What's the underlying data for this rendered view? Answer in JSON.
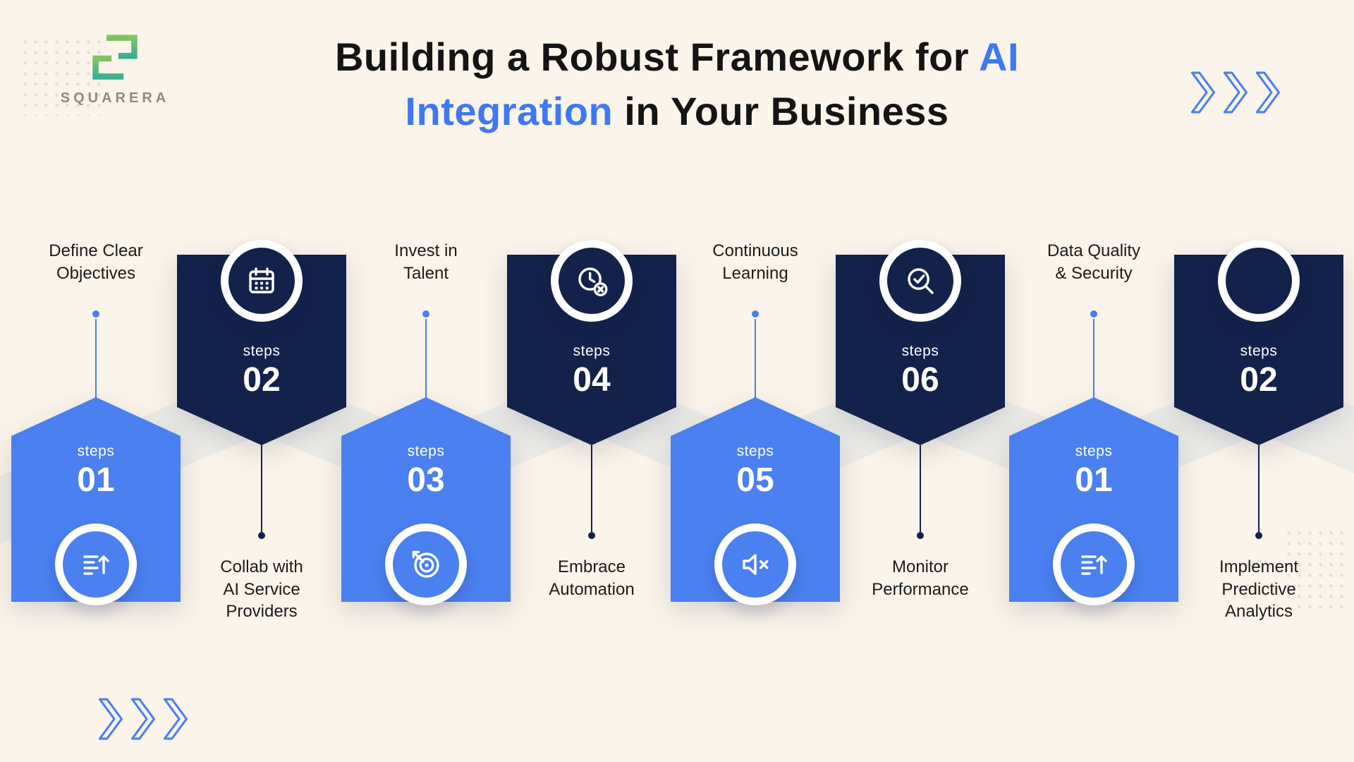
{
  "colors": {
    "background": "#FBF4EA",
    "accent_blue": "#477CF2",
    "banner_blue": "#4A80F0",
    "navy": "#13224A",
    "zigzag_gray": "#ECEBE6"
  },
  "brand": {
    "name": "SQUARERA"
  },
  "title": {
    "line1_dark": "Building a Robust Framework for ",
    "line1_blue": "AI",
    "line2_blue": "Integration",
    "line2_dark": " in Your Business"
  },
  "steps": [
    {
      "label": "Define Clear\nObjectives",
      "word": "steps",
      "number": "01",
      "variant": "blue",
      "icon": "document-lines-arrow-icon"
    },
    {
      "label": "Collab with\nAI Service\nProviders",
      "word": "steps",
      "number": "02",
      "variant": "navy",
      "icon": "calendar-icon"
    },
    {
      "label": "Invest in\nTalent",
      "word": "steps",
      "number": "03",
      "variant": "blue",
      "icon": "target-icon"
    },
    {
      "label": "Embrace\nAutomation",
      "word": "steps",
      "number": "04",
      "variant": "navy",
      "icon": "clock-cancel-icon"
    },
    {
      "label": "Continuous\nLearning",
      "word": "steps",
      "number": "05",
      "variant": "blue",
      "icon": "volume-mute-icon"
    },
    {
      "label": "Monitor\nPerformance",
      "word": "steps",
      "number": "06",
      "variant": "navy",
      "icon": "magnifier-check-icon"
    },
    {
      "label": "Data Quality\n& Security",
      "word": "steps",
      "number": "01",
      "variant": "blue",
      "icon": "document-lines-arrow-icon"
    },
    {
      "label": "Implement\nPredictive\nAnalytics",
      "word": "steps",
      "number": "02",
      "variant": "navy",
      "icon": "none"
    }
  ]
}
